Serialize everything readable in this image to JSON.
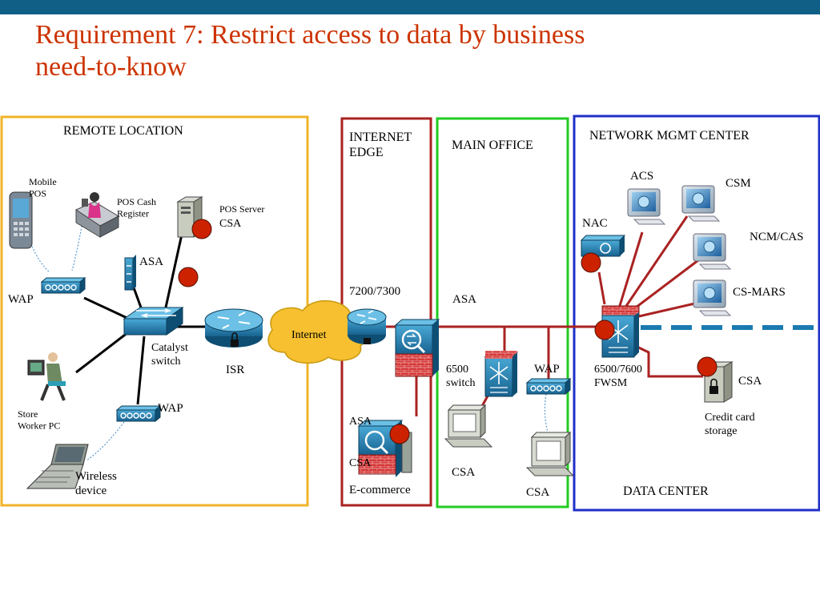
{
  "title": {
    "line1": "Requirement 7: Restrict access to data by business",
    "line2": "need-to-know"
  },
  "colors": {
    "topbar": "#0f5f86",
    "title": "#cc3300",
    "remote_zone": "#f0b429",
    "internet_zone": "#aa2222",
    "main_office_zone": "#22cc22",
    "datacenter_zone": "#1f2fc8",
    "link_red": "#aa2222",
    "link_black": "#000000",
    "csa_dot": "#cc2200",
    "cloud": "#f6c030",
    "dash_line": "#1a7ab0"
  },
  "zones": {
    "remote": "REMOTE LOCATION",
    "internet_edge": "INTERNET\nEDGE",
    "main_office": "MAIN OFFICE",
    "network_mgmt": "NETWORK MGMT CENTER",
    "data_center": "DATA CENTER"
  },
  "labels": {
    "mobile_pos": "Mobile\nPOS",
    "pos_cash_register": "POS Cash\nRegister",
    "pos_server": "POS Server",
    "pos_server_csa": "CSA",
    "asa_remote": "ASA",
    "wap_left": "WAP",
    "catalyst_switch": "Catalyst\nswitch",
    "isr": "ISR",
    "wap_remote_bottom": "WAP",
    "store_worker_pc": "Store\nWorker PC",
    "wireless_device": "Wireless\ndevice",
    "internet": "Internet",
    "router_7200": "7200/7300",
    "asa_ecommerce": "ASA",
    "csa_ecommerce": "CSA",
    "ecommerce": "E-commerce",
    "asa_main": "ASA",
    "switch_6500": "6500\nswitch",
    "wap_main": "WAP",
    "csa_main_1": "CSA",
    "csa_main_2": "CSA",
    "acs": "ACS",
    "csm": "CSM",
    "nac": "NAC",
    "ncm_cas": "NCM/CAS",
    "cs_mars": "CS-MARS",
    "fwsm": "6500/7600\nFWSM",
    "csa_dc": "CSA",
    "credit_card_storage": "Credit  card\nstorage"
  }
}
